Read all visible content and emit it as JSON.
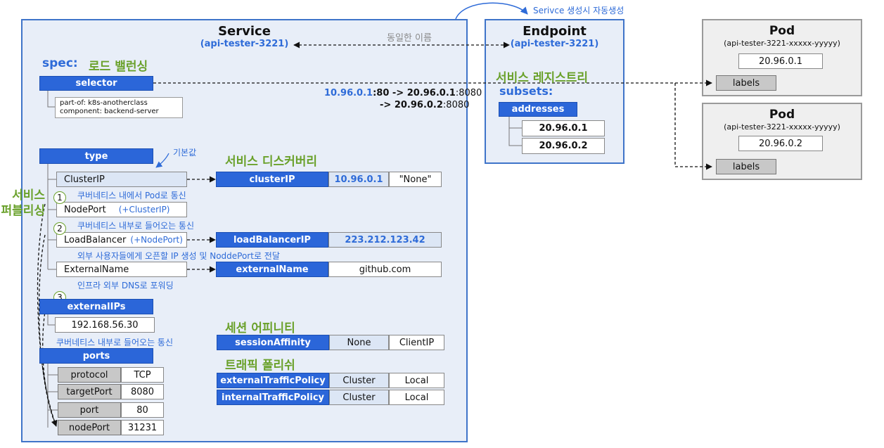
{
  "service": {
    "title": "Service",
    "name": "(api-tester-3221)",
    "same_name": "동일한 이름",
    "spec": "spec:"
  },
  "endpoint": {
    "title": "Endpoint",
    "name": "(api-tester-3221)",
    "auto_note": "Serivce 생성시 자동생성",
    "registry": "서비스 레지스트리",
    "subsets": "subsets:",
    "addresses": "addresses",
    "ips": [
      "20.96.0.1",
      "20.96.0.2"
    ]
  },
  "pods": [
    {
      "title": "Pod",
      "name": "(api-tester-3221-xxxxx-yyyyy)",
      "ip": "20.96.0.1",
      "labels": "labels"
    },
    {
      "title": "Pod",
      "name": "(api-tester-3221-xxxxx-yyyyy)",
      "ip": "20.96.0.2",
      "labels": "labels"
    }
  ],
  "load_balancing": {
    "heading": "로드 밸런싱",
    "selector": "selector",
    "labels": [
      "part-of: k8s-anotherclass",
      "component: backend-server"
    ],
    "route1": {
      "blue": "10.96.0.1",
      "rest": ":80 -> ",
      "bold": "20.96.0.1",
      "port": ":8080"
    },
    "route2": {
      "rest": "-> ",
      "bold": "20.96.0.2",
      "port": ":8080"
    }
  },
  "type": {
    "label": "type",
    "default_note": "기본값",
    "discovery_heading": "서비스 디스커버리",
    "publishing_heading": "서비스\n퍼블리싱",
    "clusterip": "ClusterIP",
    "clusterip_note": "쿠버네티스 내에서 Pod로 통신",
    "clusterip_key": "clusterIP",
    "clusterip_val": "10.96.0.1",
    "clusterip_none": "\"None\"",
    "nodeport": "NodePort",
    "nodeport_extra": "(+ClusterIP)",
    "nodeport_note": "쿠버네티스 내부로 들어오는 통신",
    "lb": "LoadBalancer",
    "lb_extra": "(+NodePort)",
    "lb_key": "loadBalancerIP",
    "lb_val": "223.212.123.42",
    "lb_note": "외부 사용자들에게 오픈할 IP 생성 및 NoddePort로 전달",
    "ext": "ExternalName",
    "ext_key": "externalName",
    "ext_val": "github.com",
    "ext_note": "인프라 외부 DNS로 포워딩"
  },
  "markers": [
    "1",
    "2",
    "3"
  ],
  "externalips": {
    "label": "externalIPs",
    "value": "192.168.56.30",
    "note": "쿠버네티스 내부로 들어오는 통신"
  },
  "ports": {
    "label": "ports",
    "rows": [
      {
        "key": "protocol",
        "value": "TCP"
      },
      {
        "key": "targetPort",
        "value": "8080"
      },
      {
        "key": "port",
        "value": "80"
      },
      {
        "key": "nodePort",
        "value": "31231"
      }
    ]
  },
  "session": {
    "heading": "세션 어피니티",
    "key": "sessionAffinity",
    "opt1": "None",
    "opt2": "ClientIP"
  },
  "traffic": {
    "heading": "트래픽 폴리쉬",
    "ext_key": "externalTrafficPolicy",
    "int_key": "internalTrafficPolicy",
    "opt1": "Cluster",
    "opt2": "Local"
  },
  "colors": {
    "accent": "#2b66d9",
    "green": "#6aa12b",
    "panel": "#e8eef8"
  }
}
